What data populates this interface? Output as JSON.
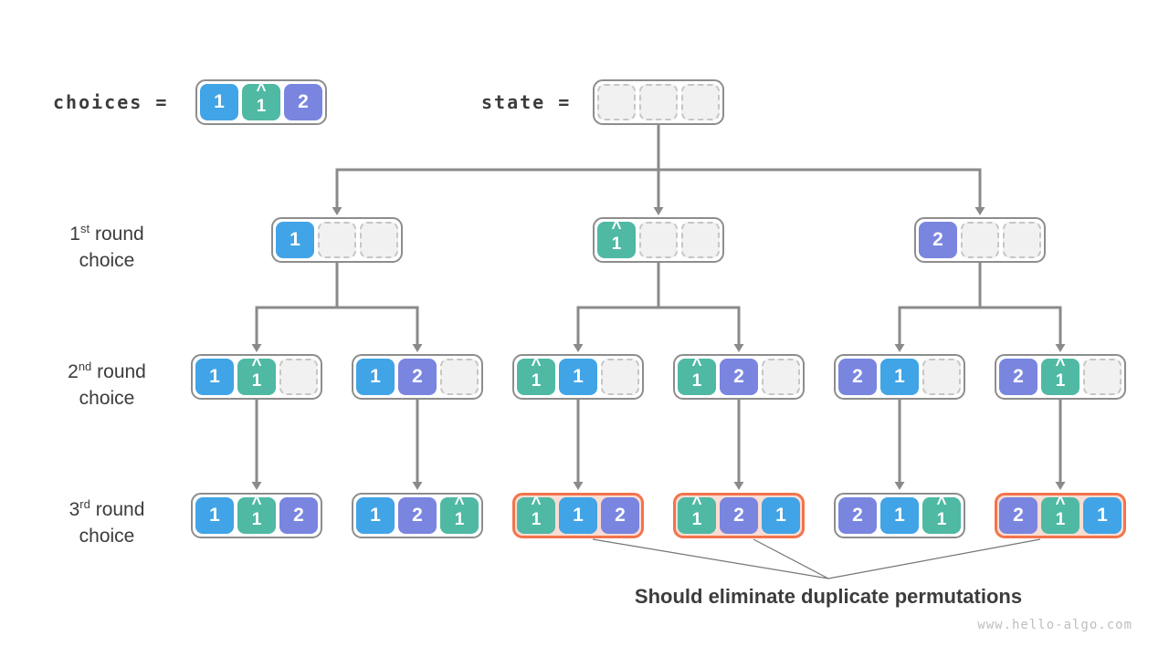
{
  "labels": {
    "choices": "choices =",
    "state": "state =",
    "rows": [
      {
        "num": "1",
        "sup": "st",
        "rest": "round",
        "line2": "choice"
      },
      {
        "num": "2",
        "sup": "nd",
        "rest": "round",
        "line2": "choice"
      },
      {
        "num": "3",
        "sup": "rd",
        "rest": "round",
        "line2": "choice"
      }
    ],
    "caption": "Should eliminate duplicate permutations",
    "watermark": "www.hello-algo.com"
  },
  "tree": {
    "choices": [
      "1",
      "1^",
      "2"
    ],
    "state": [
      "",
      "",
      ""
    ],
    "round1": [
      {
        "cells": [
          "1",
          "",
          ""
        ]
      },
      {
        "cells": [
          "1^",
          "",
          ""
        ]
      },
      {
        "cells": [
          "2",
          "",
          ""
        ]
      }
    ],
    "round2": [
      {
        "cells": [
          "1",
          "1^",
          ""
        ]
      },
      {
        "cells": [
          "1",
          "2",
          ""
        ]
      },
      {
        "cells": [
          "1^",
          "1",
          ""
        ]
      },
      {
        "cells": [
          "1^",
          "2",
          ""
        ]
      },
      {
        "cells": [
          "2",
          "1",
          ""
        ]
      },
      {
        "cells": [
          "2",
          "1^",
          ""
        ]
      }
    ],
    "round3": [
      {
        "cells": [
          "1",
          "1^",
          "2"
        ],
        "duplicate": false
      },
      {
        "cells": [
          "1",
          "2",
          "1^"
        ],
        "duplicate": false
      },
      {
        "cells": [
          "1^",
          "1",
          "2"
        ],
        "duplicate": true
      },
      {
        "cells": [
          "1^",
          "2",
          "1"
        ],
        "duplicate": true
      },
      {
        "cells": [
          "2",
          "1",
          "1^"
        ],
        "duplicate": false
      },
      {
        "cells": [
          "2",
          "1^",
          "1"
        ],
        "duplicate": true
      }
    ]
  },
  "colors": {
    "blue": "#41A4E6",
    "teal": "#4FB9A4",
    "purple": "#7A85E0",
    "orange": "#F2744C",
    "orange_bg": "#FBDCD2",
    "connector": "#8A8A8A",
    "pointer_line": "#767676",
    "node_border": "#8D8D8D",
    "empty_bg": "#F1F1F1",
    "empty_border": "#C6C6C6",
    "text": "#3C3C3C",
    "watermark": "#BEBEBE"
  }
}
